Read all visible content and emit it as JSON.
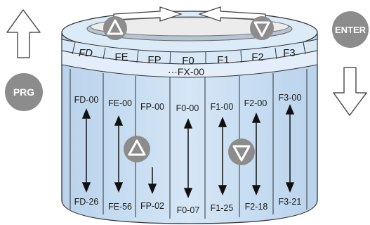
{
  "keys": {
    "prg": "PRG",
    "enter": "ENTER"
  },
  "ring": {
    "group_labels": [
      "FD",
      "FE",
      "FP",
      "F0",
      "F1",
      "F2",
      "F3"
    ],
    "subheader": "···FX-00"
  },
  "columns": [
    {
      "top": "FD-00",
      "bottom": "FD-26"
    },
    {
      "top": "FE-00",
      "bottom": "FE-56"
    },
    {
      "top": "FP-00",
      "bottom": "FP-02"
    },
    {
      "top": "F0-00",
      "bottom": "F0-07"
    },
    {
      "top": "F1-00",
      "bottom": "F1-25"
    },
    {
      "top": "F2-00",
      "bottom": "F2-18"
    },
    {
      "top": "F3-00",
      "bottom": "F3-21"
    }
  ],
  "colors": {
    "drum_fill": "#c6ddf2",
    "drum_light": "#e2eefa",
    "line": "#333333",
    "button": "#8c8c8c",
    "arrow_fill": "#ffffff"
  }
}
